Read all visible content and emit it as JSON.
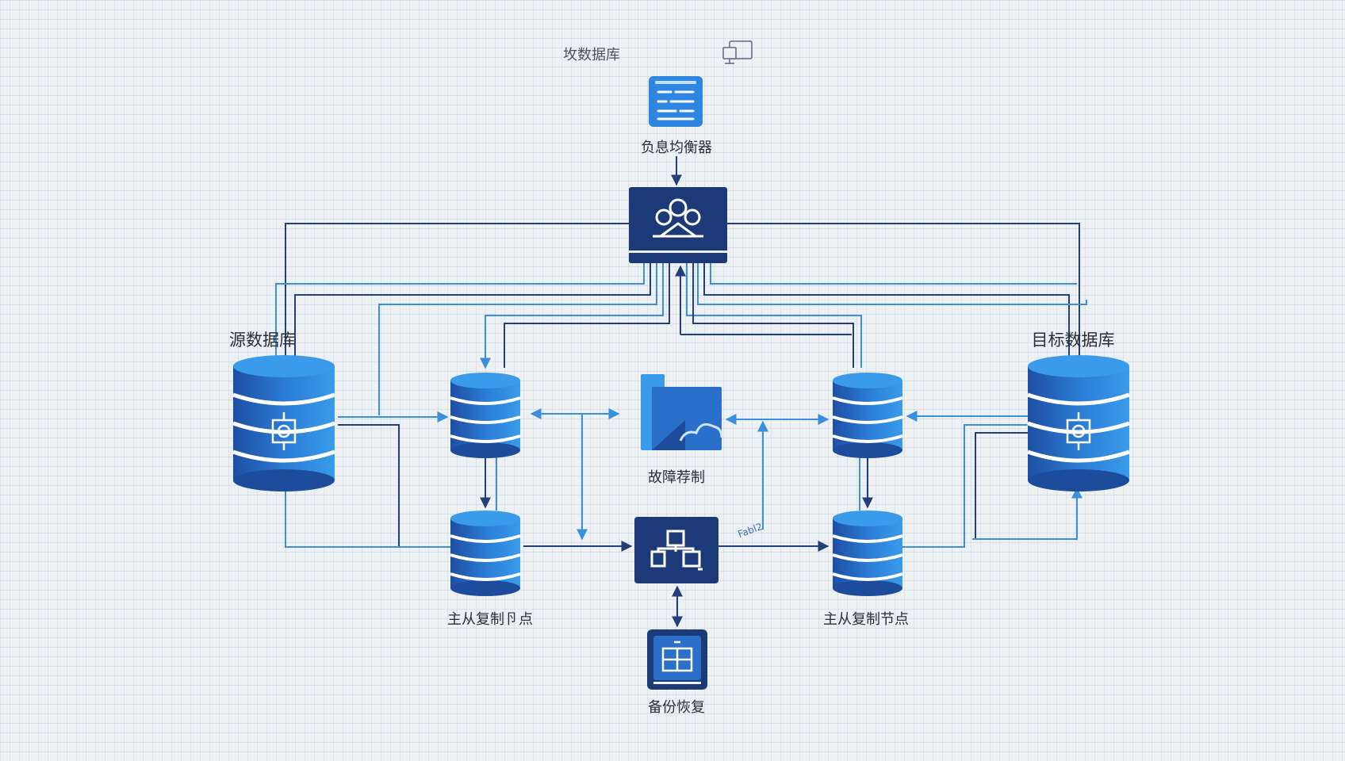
{
  "header": {
    "faint_title": "坆数据库",
    "monitor_icon": "monitor-icon"
  },
  "nodes": {
    "load_balancer": {
      "label": "负息均衡器",
      "icon": "server-list-icon"
    },
    "source_db": {
      "label": "源数据库",
      "icon": "database-icon"
    },
    "target_db": {
      "label": "目标数据库",
      "icon": "database-icon"
    },
    "failover": {
      "label": "故障荐制",
      "icon": "cloud-window-icon"
    },
    "left_replica": {
      "label": "主从复制卪点",
      "icon": "database-icon"
    },
    "right_replica": {
      "label": "主从复制节点",
      "icon": "database-icon"
    },
    "backup": {
      "label": "备份恢复",
      "icon": "backup-icon"
    }
  },
  "annotations": {
    "edge_tag": "Fabl2"
  },
  "colors": {
    "navy": "#1d3a78",
    "db_blue": "#2a6fc9",
    "db_dark": "#1e4c9c",
    "line_navy": "#23407a",
    "line_blue": "#3a8fe0"
  }
}
